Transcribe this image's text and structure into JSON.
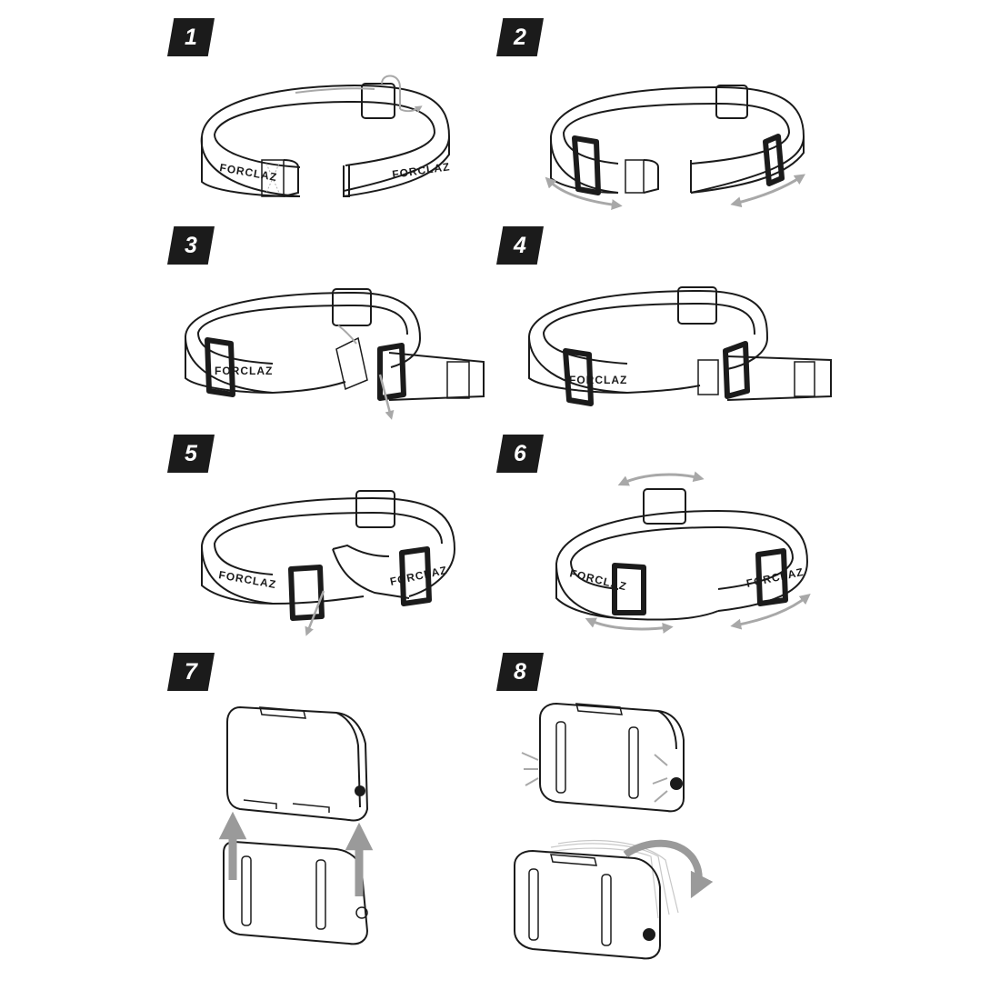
{
  "steps": [
    {
      "number": "1"
    },
    {
      "number": "2"
    },
    {
      "number": "3"
    },
    {
      "number": "4"
    },
    {
      "number": "5"
    },
    {
      "number": "6"
    },
    {
      "number": "7"
    },
    {
      "number": "8"
    }
  ],
  "brand_label": "FORCLAZ",
  "colors": {
    "ink": "#1b1b1b",
    "arrow_gray": "#a8a8a8",
    "badge_bg": "#1b1b1b",
    "badge_text": "#ffffff"
  },
  "icons": [
    "headband-strap",
    "plastic-buckle",
    "lamp-housing",
    "lamp-bracket",
    "motion-arrow"
  ]
}
